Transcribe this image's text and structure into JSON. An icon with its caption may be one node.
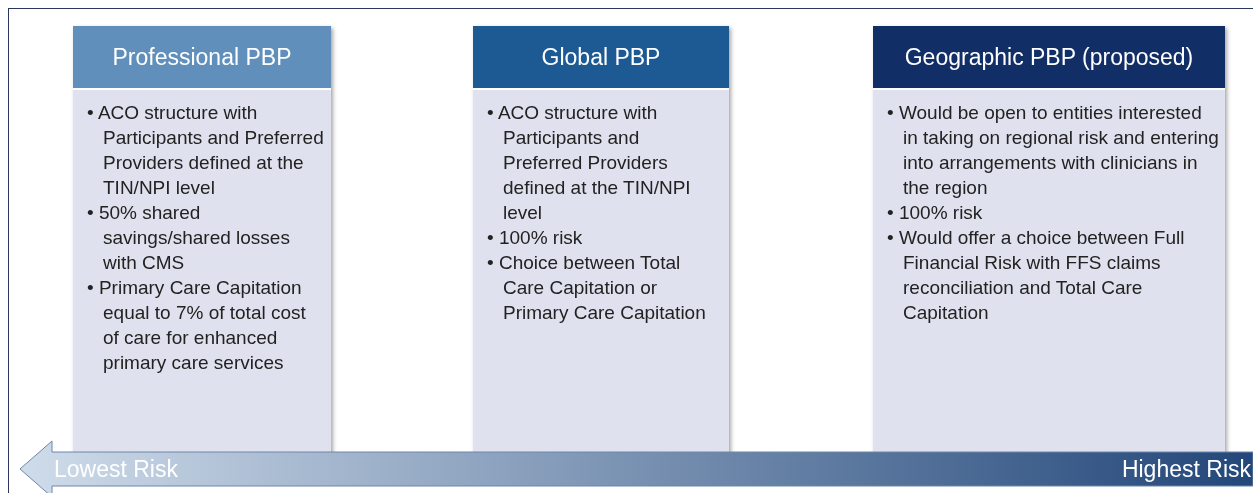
{
  "diagram": {
    "nodes": [
      {
        "text": [
          "Professional PBP",
          "• ACO structure with Participants and Preferred Providers defined at the TIN/NPI level",
          "• 50% shared savings/shared losses with CMS",
          "• Primary Care Capitation equal to 7% of total cost of care for enhanced primary care services"
        ]
      },
      {
        "text": [
          "Global PBP",
          "• ACO structure with Participants and Preferred Providers defined at the TIN/NPI level",
          "• 100% risk",
          "• Choice between Total Care Capitation or Primary Care Capitation"
        ]
      },
      {
        "text": [
          "Geographic PBP (proposed)",
          "• Would be open to entities interested in taking on regional risk and entering into arrangements with clinicians in the region",
          "• 100% risk",
          "• Would offer a choice between Full Financial Risk with FFS claims reconciliation and Total Care Capitation"
        ]
      }
    ],
    "labels": [
      "Lowest Risk",
      "Highest Risk"
    ]
  }
}
